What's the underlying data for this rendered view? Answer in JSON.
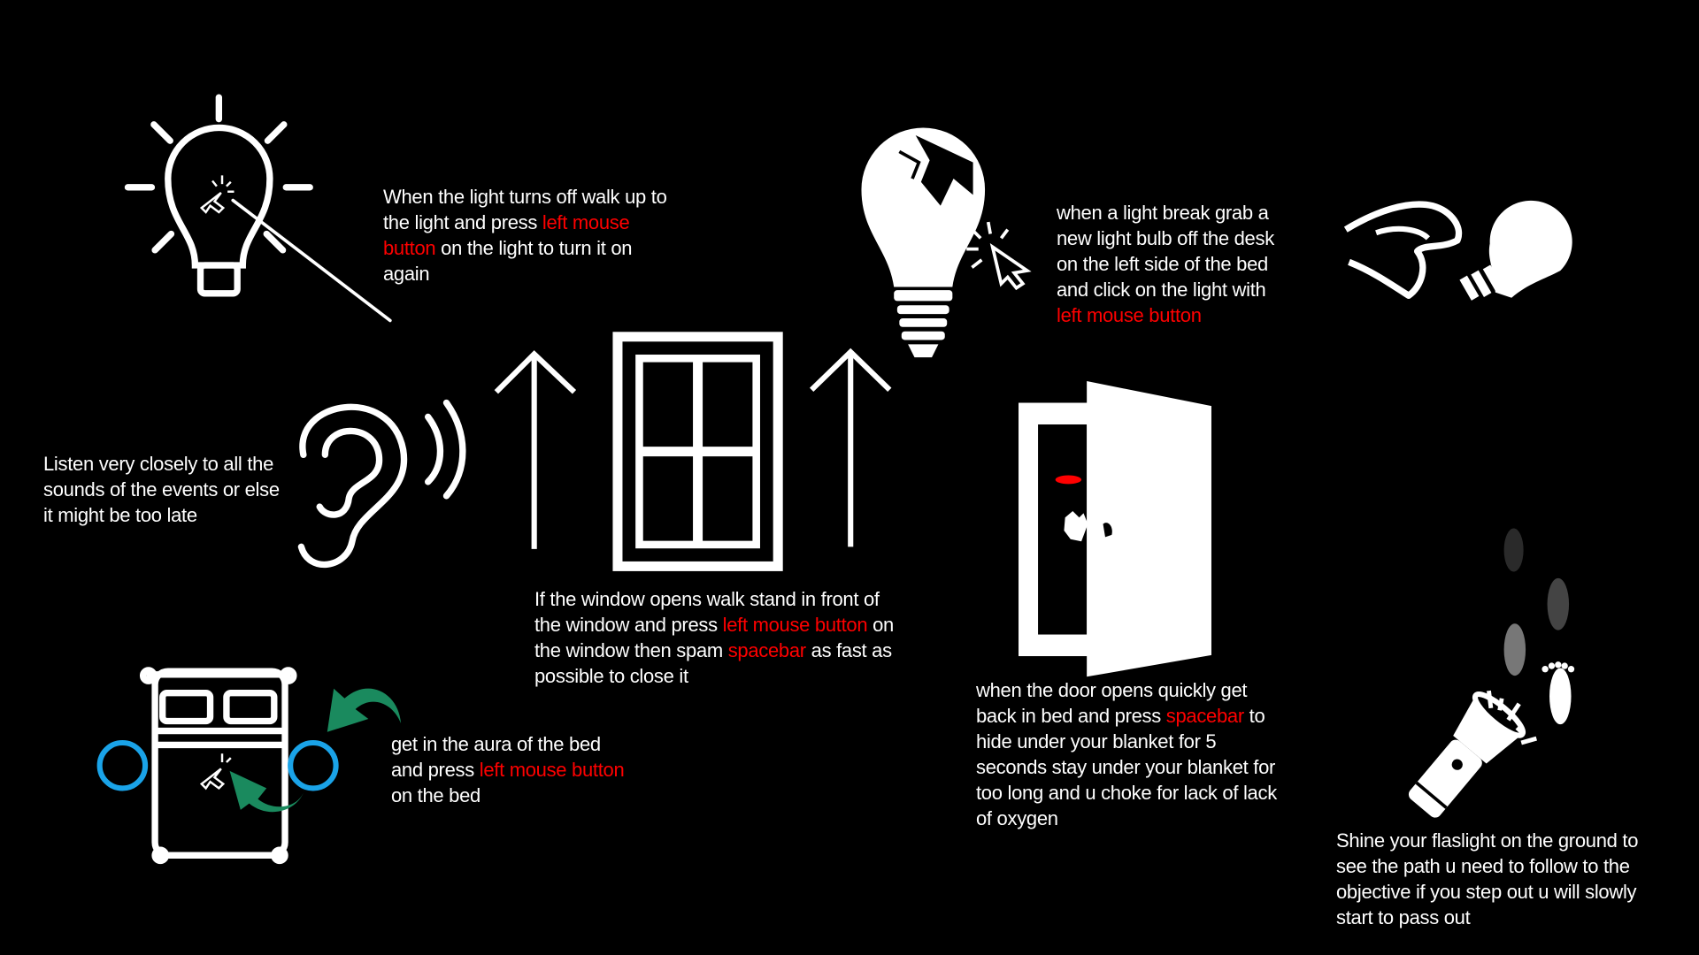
{
  "colors": {
    "background": "#000000",
    "text": "#ffffff",
    "highlight": "#ff0000",
    "aura_ring": "#1aa3e8",
    "arrow_green": "#1a8a5e"
  },
  "instructions": {
    "light": [
      {
        "text": "When the light turns off walk up to the light and press ",
        "red": false
      },
      {
        "text": "left mouse button",
        "red": true
      },
      {
        "text": " on the light to turn it on again",
        "red": false
      }
    ],
    "light_break": [
      {
        "text": "when a light break grab a new light bulb off the desk on the left side of the bed and click on the light with ",
        "red": false
      },
      {
        "text": "left mouse button",
        "red": true
      }
    ],
    "listen": [
      {
        "text": "Listen very closely to all the sounds of the events or else it might be too late",
        "red": false
      }
    ],
    "window": [
      {
        "text": "If the window opens walk stand in front of the window and press ",
        "red": false
      },
      {
        "text": "left mouse button",
        "red": true
      },
      {
        "text": " on the window then spam ",
        "red": false
      },
      {
        "text": "spacebar",
        "red": true
      },
      {
        "text": " as fast as possible to close it",
        "red": false
      }
    ],
    "bed": [
      {
        "text": "get in the aura of the bed and press ",
        "red": false
      },
      {
        "text": "left mouse button",
        "red": true
      },
      {
        "text": " on the bed",
        "red": false
      }
    ],
    "door": [
      {
        "text": "when the door opens quickly get back in bed and press ",
        "red": false
      },
      {
        "text": "spacebar",
        "red": true
      },
      {
        "text": " to hide under your blanket for 5 seconds stay under your blanket for too long and u choke for lack of lack of oxygen",
        "red": false
      }
    ],
    "flashlight": [
      {
        "text": "Shine your flaslight on the ground to see the path u need to follow to the objective if you step out u will slowly start to pass out",
        "red": false
      }
    ]
  }
}
